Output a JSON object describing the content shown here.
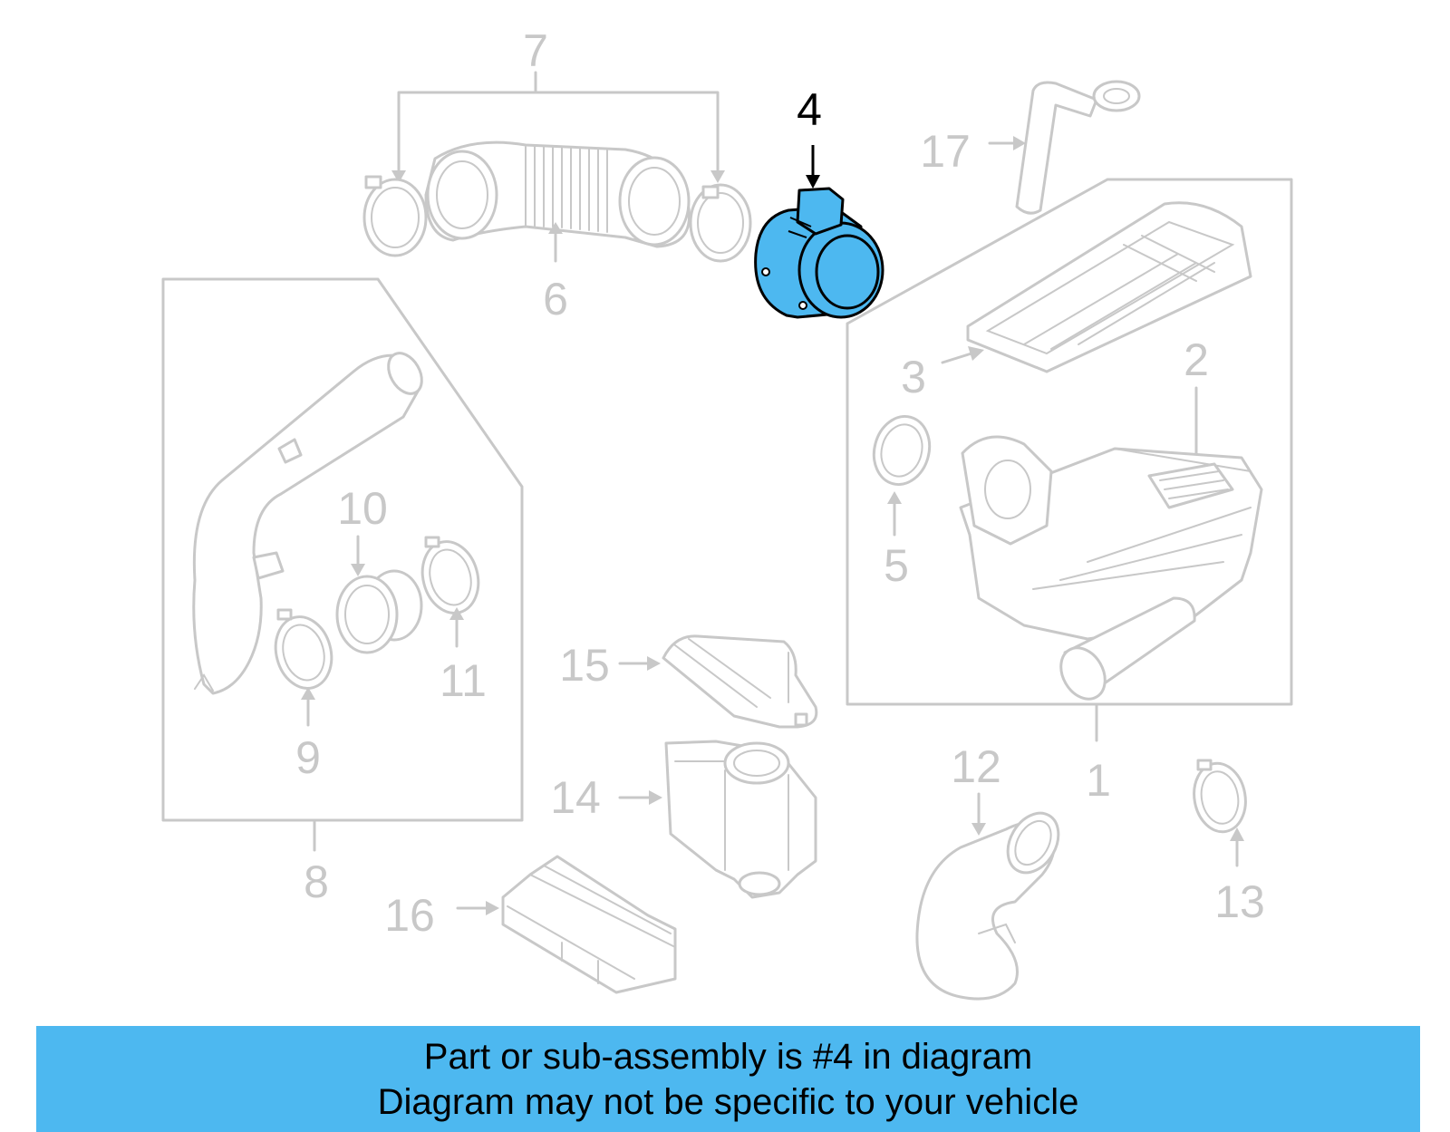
{
  "colors": {
    "highlight": "#4db8f0",
    "banner_bg": "#4db8f0",
    "line_gray": "#c8c8c8",
    "text_black": "#000000"
  },
  "callouts": {
    "c1": "1",
    "c2": "2",
    "c3": "3",
    "c4": "4",
    "c5": "5",
    "c6": "6",
    "c7": "7",
    "c8": "8",
    "c9": "9",
    "c10": "10",
    "c11": "11",
    "c12": "12",
    "c13": "13",
    "c14": "14",
    "c15": "15",
    "c16": "16",
    "c17": "17"
  },
  "highlighted_part": "4",
  "banner": {
    "line1": "Part or sub-assembly is #4 in diagram",
    "line2": "Diagram may not be specific to your vehicle"
  }
}
